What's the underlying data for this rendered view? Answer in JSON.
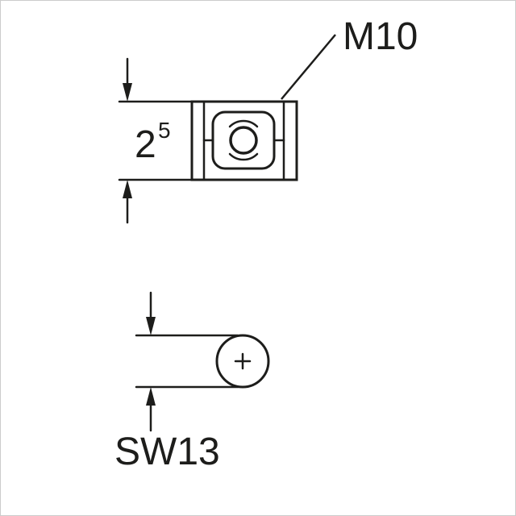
{
  "diagram": {
    "title": "fastener-technical-drawing",
    "labels": {
      "thread_size": "M10",
      "wrench_size": "SW13"
    },
    "dimension_height": {
      "value": "2",
      "superscript": "5"
    },
    "colors": {
      "line": "#1d1d1b",
      "background": "#ffffff",
      "border": "#cccccc"
    }
  }
}
